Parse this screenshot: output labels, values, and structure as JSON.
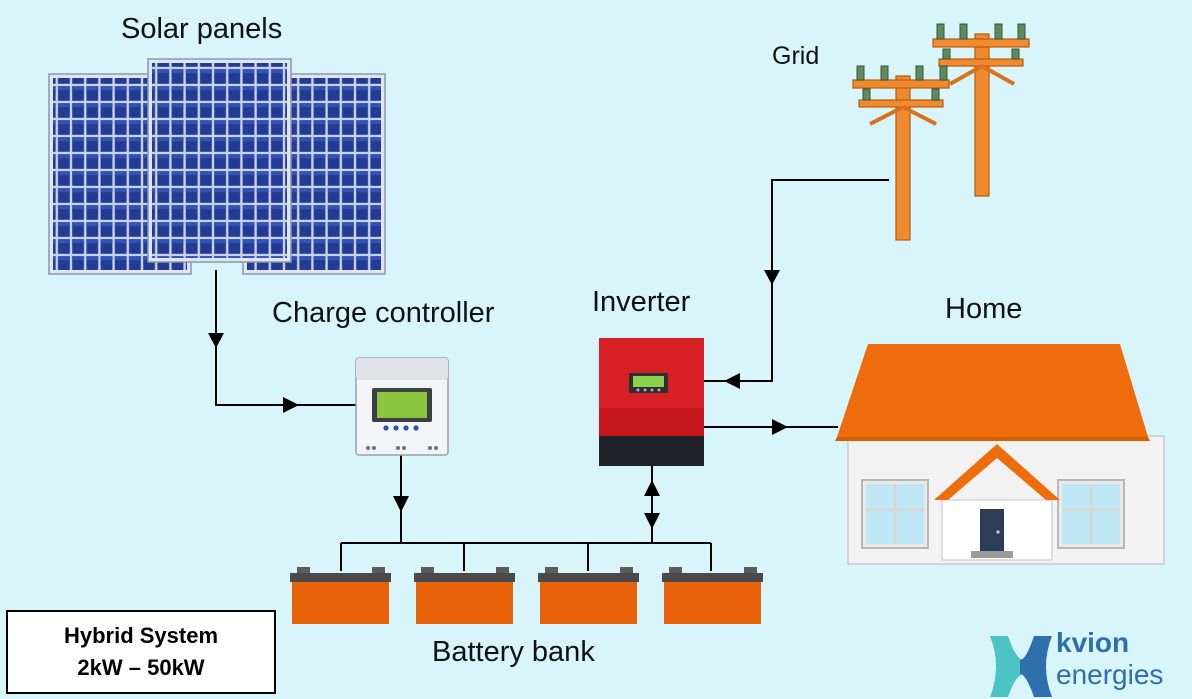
{
  "labels": {
    "solar_panels": "Solar panels",
    "grid": "Grid",
    "charge_controller": "Charge controller",
    "inverter": "Inverter",
    "home": "Home",
    "battery_bank": "Battery bank"
  },
  "info_box": {
    "title": "Hybrid System",
    "range": "2kW – 50kW"
  },
  "brand": {
    "name": "kvion",
    "tagline": "energies",
    "logo_icon": "kvion-k-logo-icon"
  },
  "colors": {
    "background": "#d7f5fb",
    "panel_blue": "#23378f",
    "pole_orange": "#f08a2e",
    "roof_orange": "#ef6c0c",
    "battery_orange": "#e8620a",
    "inverter_red": "#c4161c",
    "brand_blue": "#2f6fae",
    "brand_teal": "#4cc4c4"
  }
}
